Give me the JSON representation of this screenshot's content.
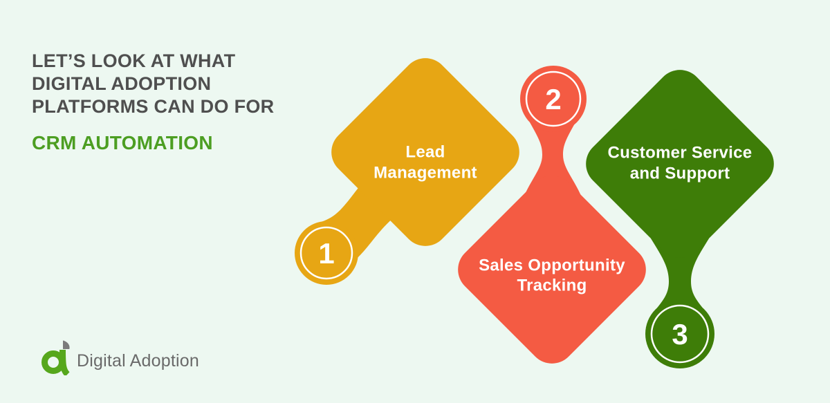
{
  "canvas": {
    "background_color": "#edf8f1"
  },
  "header": {
    "title_lines": [
      "LET’S LOOK AT WHAT",
      "DIGITAL ADOPTION",
      "PLATFORMS CAN DO FOR"
    ],
    "title_color": "#4f4f4f",
    "highlight": "CRM AUTOMATION",
    "highlight_color": "#4c9e22"
  },
  "diagram": {
    "label_text_color": "#ffffff",
    "items": [
      {
        "number": "1",
        "label_lines": [
          "Lead",
          "Management"
        ],
        "color": "#e7a614"
      },
      {
        "number": "2",
        "label_lines": [
          "Sales Opportunity",
          "Tracking"
        ],
        "color": "#f45b43"
      },
      {
        "number": "3",
        "label_lines": [
          "Customer Service",
          "and Support"
        ],
        "color": "#3e7d08"
      }
    ]
  },
  "footer": {
    "brand": "Digital Adoption",
    "brand_color": "#6a6a6a",
    "logo_green": "#56a71c",
    "logo_leaf_gray": "#7b7b7b"
  }
}
